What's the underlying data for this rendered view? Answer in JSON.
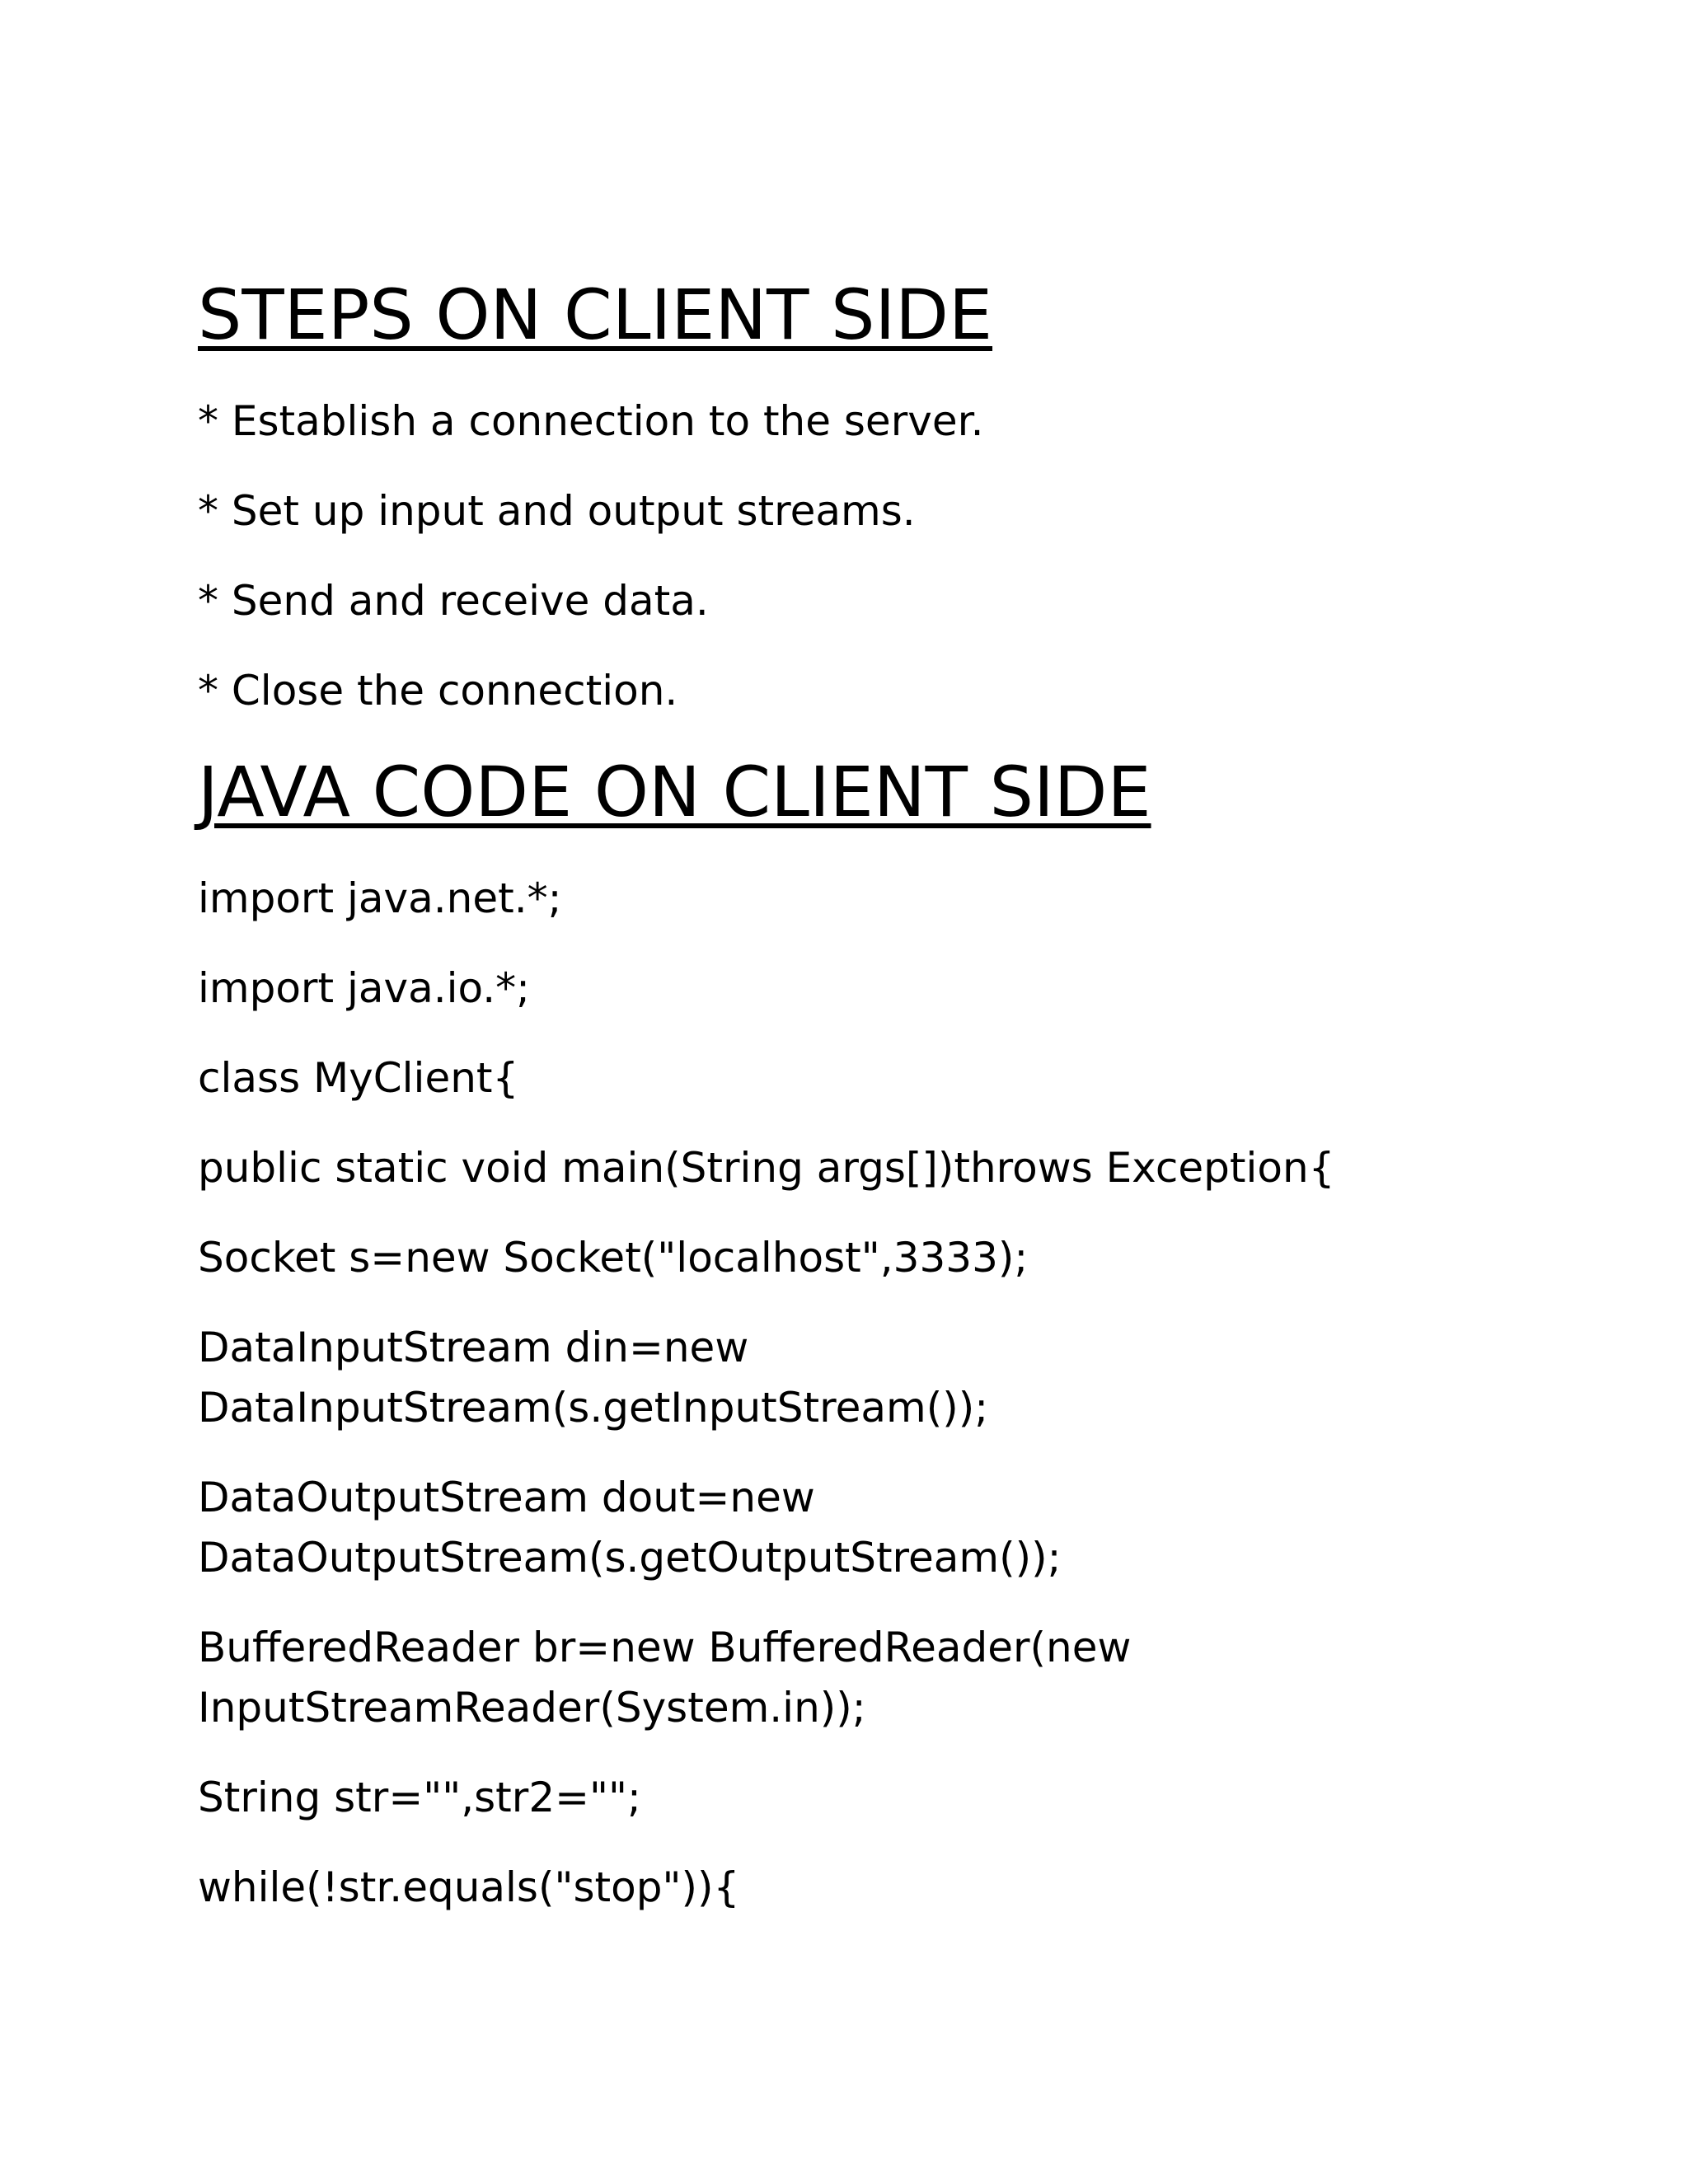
{
  "page": {
    "background": "#ffffff",
    "text_color": "#000000"
  },
  "document": {
    "heading_steps": "STEPS ON CLIENT SIDE",
    "steps": [
      "* Establish a connection to the server.",
      "* Set up input and output streams.",
      "* Send and receive data.",
      "* Close the connection."
    ],
    "heading_java_code": "JAVA CODE ON CLIENT SIDE",
    "code_paragraphs": [
      "import java.net.*;",
      "import java.io.*;",
      "class MyClient{",
      "public static void main(String args[])throws Exception{",
      "Socket s=new Socket(\"localhost\",3333);",
      "DataInputStream din=new\nDataInputStream(s.getInputStream());",
      "DataOutputStream dout=new\nDataOutputStream(s.getOutputStream());",
      "BufferedReader br=new BufferedReader(new\nInputStreamReader(System.in));",
      "String str=\"\",str2=\"\";",
      "while(!str.equals(\"stop\")){"
    ]
  }
}
